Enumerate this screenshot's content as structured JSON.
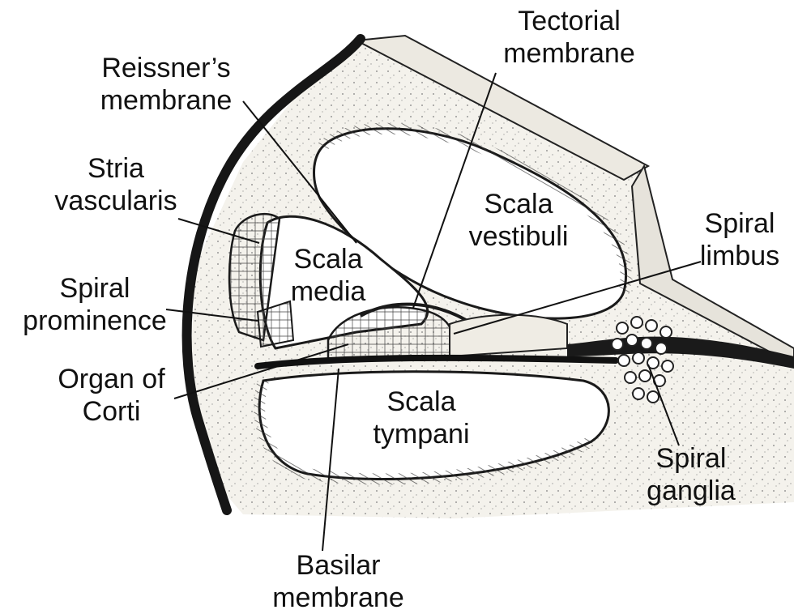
{
  "colors": {
    "background": "#ffffff",
    "ink": "#111111",
    "bone": "#f1efe9",
    "stipple": "#8a8a8a"
  },
  "labels": {
    "tectorial_membrane": [
      "Tectorial",
      "membrane"
    ],
    "reissners_membrane": [
      "Reissner’s",
      "membrane"
    ],
    "stria_vascularis": [
      "Stria",
      "vascularis"
    ],
    "spiral_prominence": [
      "Spiral",
      "prominence"
    ],
    "organ_of_corti": [
      "Organ of",
      "Corti"
    ],
    "basilar_membrane": [
      "Basilar",
      "membrane"
    ],
    "spiral_limbus": [
      "Spiral",
      "limbus"
    ],
    "spiral_ganglia": [
      "Spiral",
      "ganglia"
    ],
    "scala_vestibuli": [
      "Scala",
      "vestibuli"
    ],
    "scala_media": [
      "Scala",
      "media"
    ],
    "scala_tympani": [
      "Scala",
      "tympani"
    ]
  }
}
